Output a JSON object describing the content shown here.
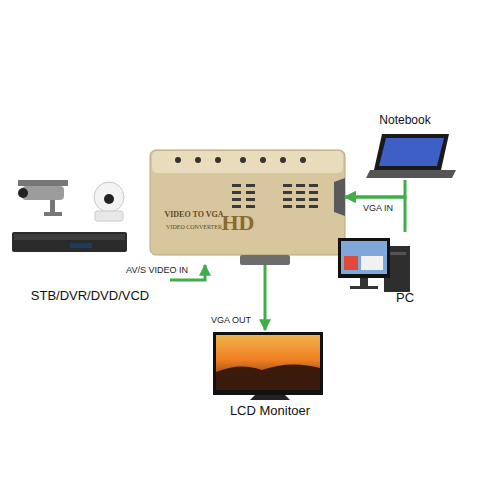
{
  "diagram": {
    "nodes": [
      {
        "text": [
          "Notebook"
        ]
      },
      {
        "text": [
          "VIDEO TO VGA",
          "HD",
          "VIDEO CONVERTER"
        ]
      },
      {
        "text": [
          "STB/DVR/DVD/VCD"
        ]
      },
      {
        "text": [
          "PC"
        ]
      },
      {
        "text": [
          "LCD Monitoer"
        ]
      }
    ],
    "edges": [
      {
        "from": 2,
        "to": 1,
        "label": "AV/S VIDEO IN",
        "arrow": "to"
      },
      {
        "from": 0,
        "to": 1,
        "label": "VGA IN",
        "arrow": "to"
      },
      {
        "from": 3,
        "to": 1,
        "arrow": "to"
      },
      {
        "from": 1,
        "to": 4,
        "label": "VGA OUT",
        "arrow": "to"
      }
    ]
  }
}
